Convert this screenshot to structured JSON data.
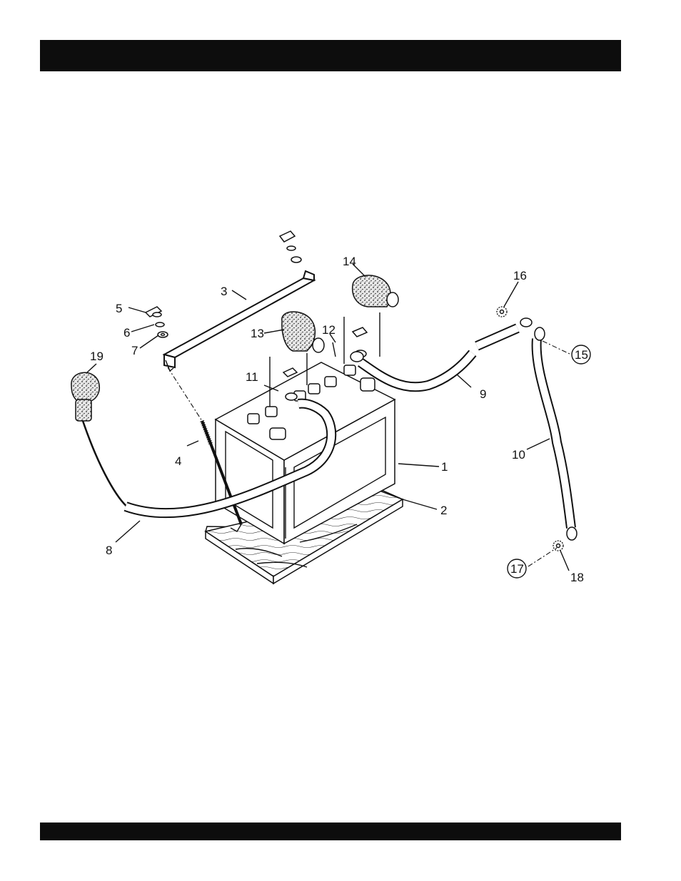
{
  "header": {
    "bar_color": "#0d0d0d"
  },
  "footer": {
    "bar_color": "#0d0d0d"
  },
  "callouts": [
    {
      "id": "c1",
      "text": "1"
    },
    {
      "id": "c2",
      "text": "2"
    },
    {
      "id": "c3",
      "text": "3"
    },
    {
      "id": "c4",
      "text": "4"
    },
    {
      "id": "c5",
      "text": "5"
    },
    {
      "id": "c6",
      "text": "6"
    },
    {
      "id": "c7",
      "text": "7"
    },
    {
      "id": "c8",
      "text": "8"
    },
    {
      "id": "c9",
      "text": "9"
    },
    {
      "id": "c10",
      "text": "10"
    },
    {
      "id": "c11",
      "text": "11"
    },
    {
      "id": "c12",
      "text": "12"
    },
    {
      "id": "c13",
      "text": "13"
    },
    {
      "id": "c14",
      "text": "14"
    },
    {
      "id": "c15",
      "text": "15"
    },
    {
      "id": "c16",
      "text": "16"
    },
    {
      "id": "c17",
      "text": "17"
    },
    {
      "id": "c18",
      "text": "18"
    },
    {
      "id": "c19",
      "text": "19"
    }
  ]
}
